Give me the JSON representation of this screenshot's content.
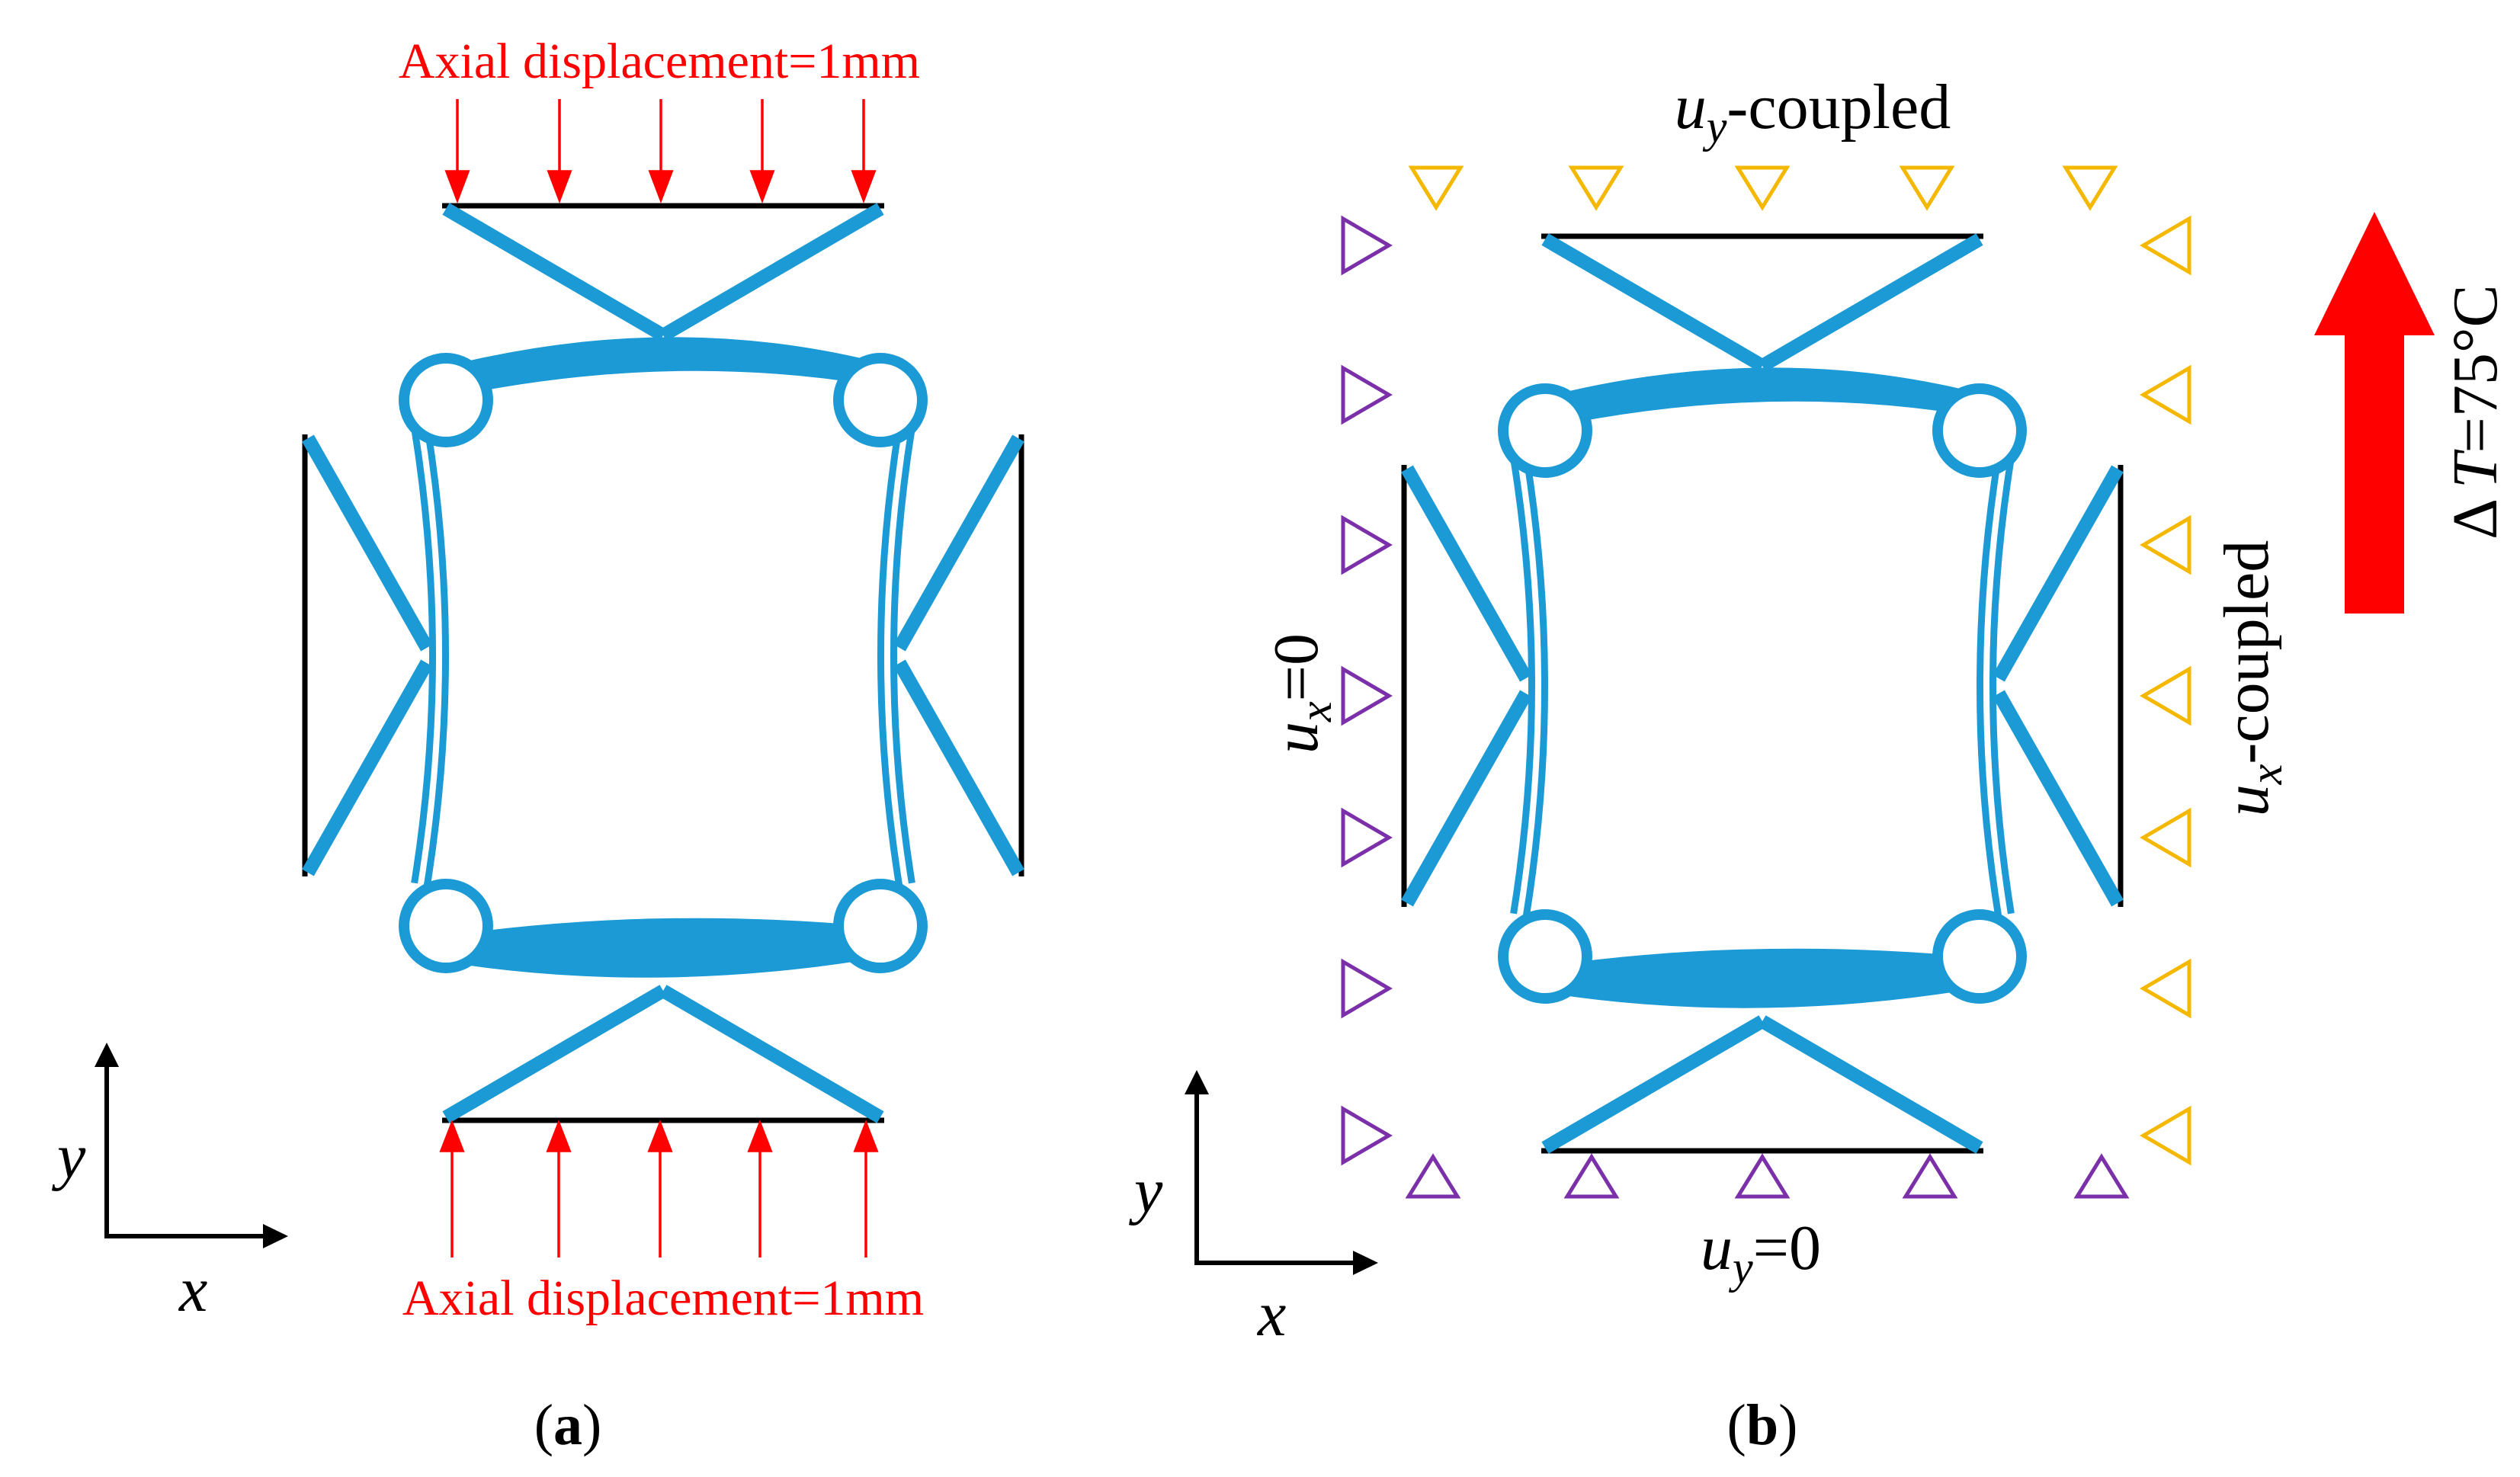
{
  "panel_a": {
    "label_open": "(",
    "label_letter": "a",
    "label_close": ")",
    "top_load": "Axial displacement=1mm",
    "bottom_load": "Axial displacement=1mm",
    "axis_x": "x",
    "axis_y": "y"
  },
  "panel_b": {
    "label_open": "(",
    "label_letter": "b",
    "label_close": ")",
    "top_bc_var": "u",
    "top_bc_sub": "y",
    "top_bc_text": "-coupled",
    "bottom_bc_var": "u",
    "bottom_bc_sub": "y",
    "bottom_bc_text": "=0",
    "left_bc_var": "u",
    "left_bc_sub": "x",
    "left_bc_text": "=0",
    "right_bc_var": "u",
    "right_bc_sub": "x",
    "right_bc_text": "-coupled",
    "temp_delta": "∆",
    "temp_var": "T",
    "temp_value": "=75°C",
    "axis_x": "x",
    "axis_y": "y"
  },
  "colors": {
    "structure": "#1b9ad6",
    "plate": "#000000",
    "load_arrow": "#ff0000",
    "fixed_symbol": "#7b2fa8",
    "coupled_symbol": "#f5b800",
    "temperature_arrow": "#ff0000"
  },
  "icons": {
    "fixed_support": "triangle-outline-icon",
    "coupled_support": "triangle-outline-icon",
    "load": "arrow-down-icon",
    "temperature": "thick-arrow-up-icon"
  }
}
